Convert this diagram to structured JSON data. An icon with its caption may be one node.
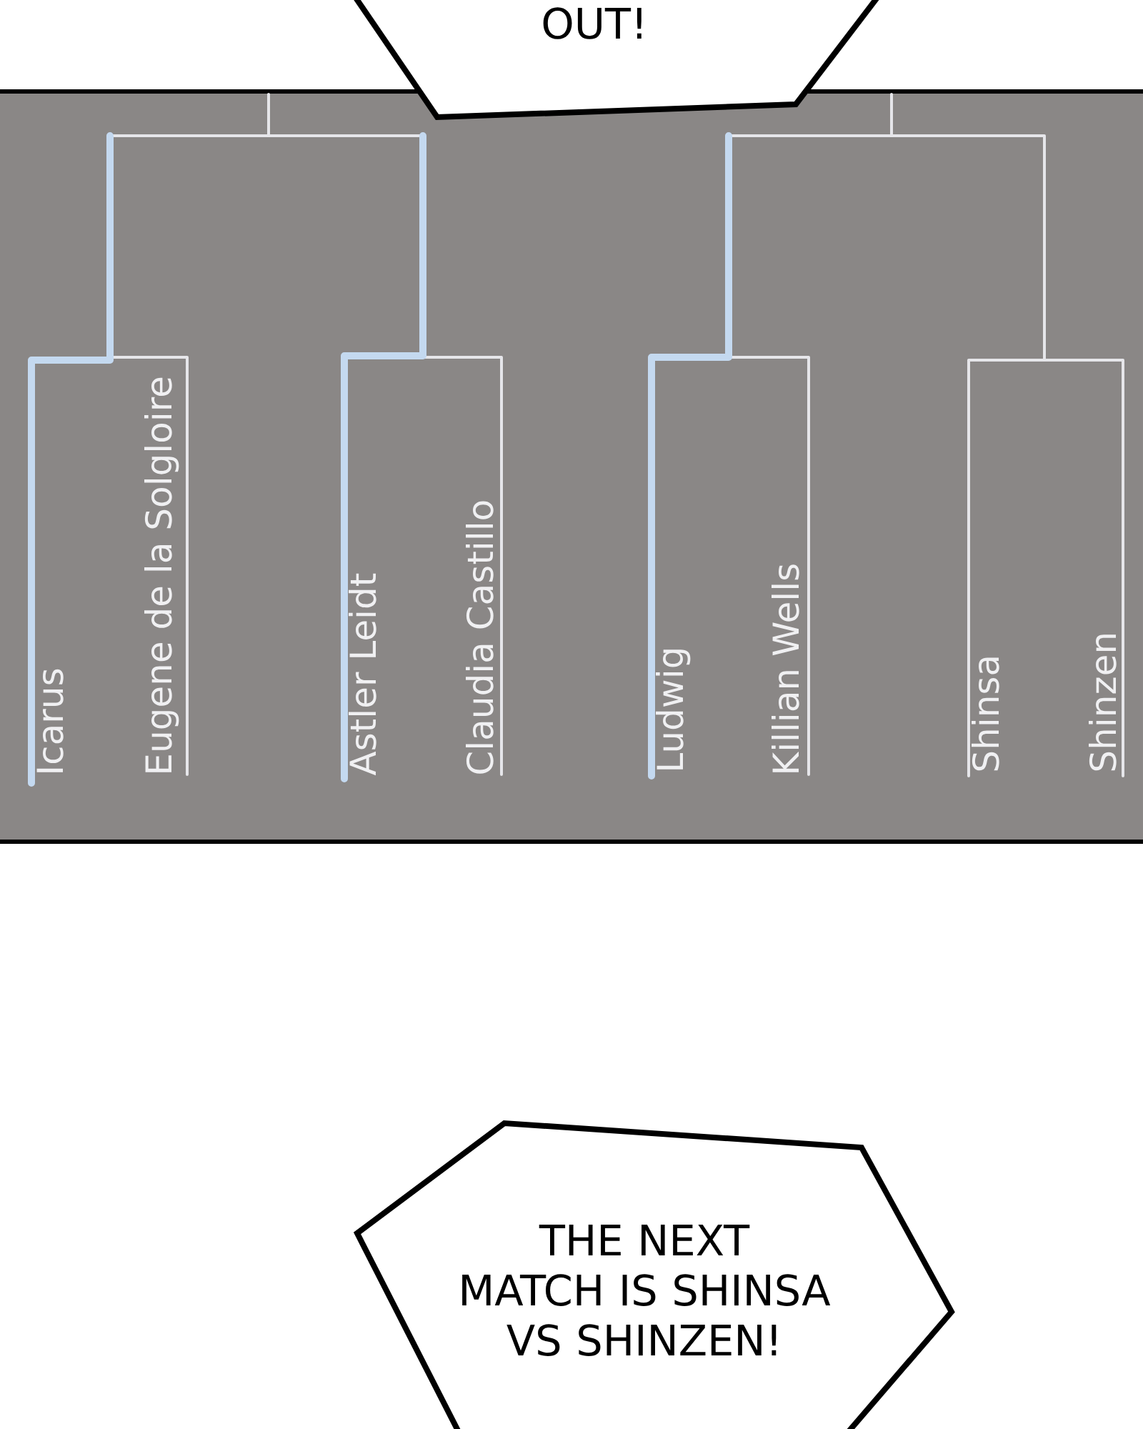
{
  "diagram": {
    "nodes": [
      {
        "text": [
          "OUT!"
        ]
      },
      {
        "text": [
          "THE NEXT MATCH IS SHINSA VS SHINZEN!"
        ]
      }
    ],
    "labels": [
      "Icarus",
      "Eugene de la Solgloire",
      "Astler Leidt",
      "Claudia Castillo",
      "Ludwig",
      "Killian Wells",
      "Shinsa",
      "Shinzen"
    ]
  }
}
